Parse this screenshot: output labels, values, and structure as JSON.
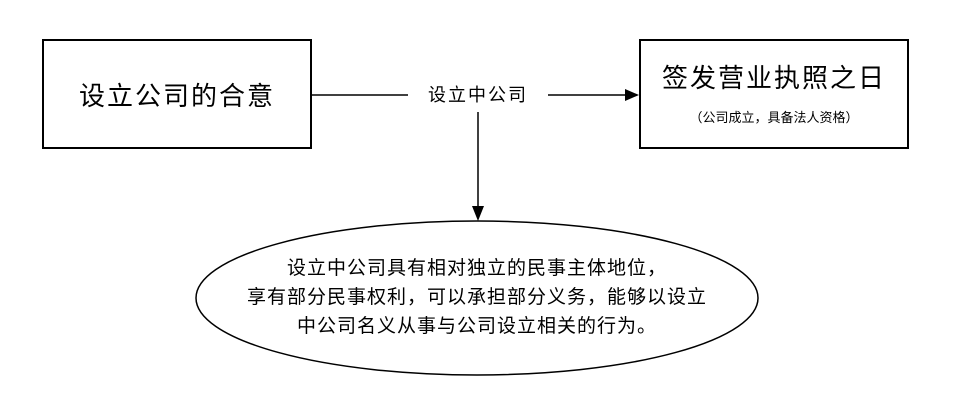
{
  "start_box": {
    "label": "设立公司的合意"
  },
  "connector": {
    "label": "设立中公司"
  },
  "end_box": {
    "title": "签发营业执照之日",
    "subtitle": "（公司成立，具备法人资格）"
  },
  "ellipse": {
    "lines": [
      "设立中公司具有相对独立的民事主体地位，",
      "享有部分民事权利，可以承担部分义务，能够以设立",
      "中公司名义从事与公司设立相关的行为。"
    ]
  },
  "colors": {
    "line": "#000000",
    "background": "#ffffff"
  }
}
